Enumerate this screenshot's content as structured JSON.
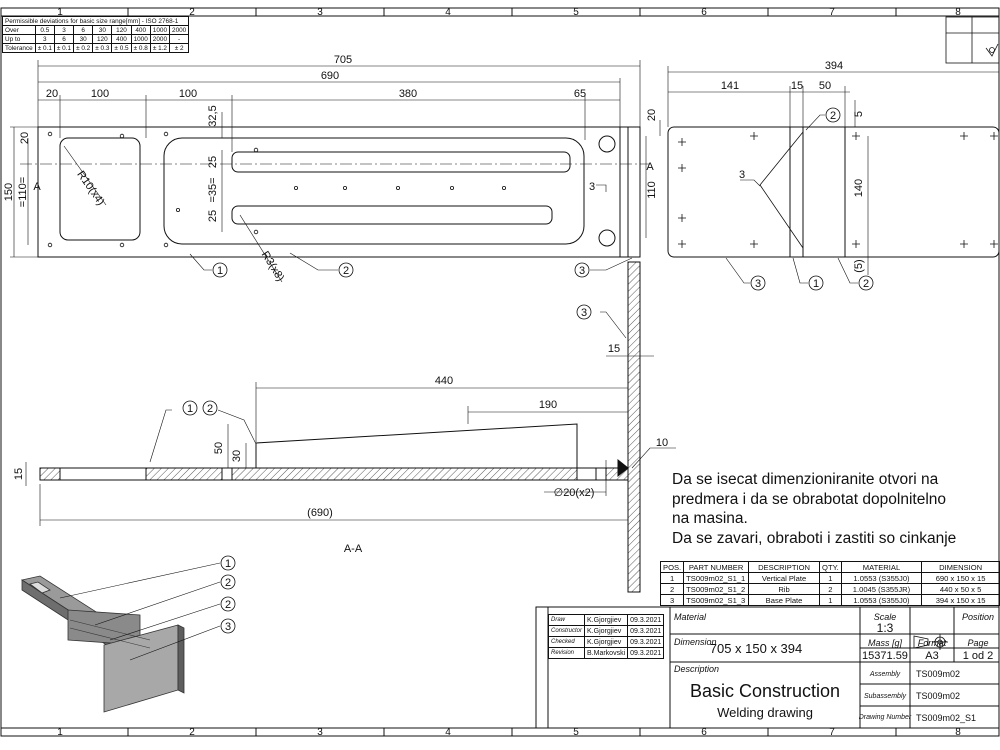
{
  "frame": {
    "columns": [
      "1",
      "2",
      "3",
      "4",
      "5",
      "6",
      "7",
      "8"
    ]
  },
  "tolerance_table": {
    "title": "Permissible deviations for basic size range[mm] - ISO 2768-1",
    "rows": [
      [
        "Over",
        "0.5",
        "3",
        "6",
        "30",
        "120",
        "400",
        "1000",
        "2000"
      ],
      [
        "Up to",
        "3",
        "6",
        "30",
        "120",
        "400",
        "1000",
        "2000",
        "-"
      ],
      [
        "Tolerance",
        "± 0.1",
        "± 0.1",
        "± 0.2",
        "± 0.3",
        "± 0.5",
        "± 0.8",
        "± 1.2",
        "± 2"
      ]
    ]
  },
  "top_view": {
    "dims": {
      "overall": "705",
      "inner": "690",
      "d20": "20",
      "d100a": "100",
      "d100b": "100",
      "d380": "380",
      "d65": "65",
      "d32_5": "32,5",
      "d25a": "25",
      "d35": "=35=",
      "d25b": "25",
      "d150": "150",
      "d110": "=110=",
      "d20v": "20",
      "d20r": "20",
      "d110r": "110",
      "r10": "R10(x4)",
      "r3": "R3(x8)",
      "weld": "3"
    },
    "section_marks": [
      "A",
      "A"
    ],
    "balloons": [
      "1",
      "2",
      "3"
    ]
  },
  "side_view": {
    "dims": {
      "overall": "394",
      "d141": "141",
      "d15": "15",
      "d50": "50",
      "d5": "5",
      "d140": "140",
      "d5b": "(5)",
      "weld": "3"
    },
    "balloons": [
      "2",
      "3",
      "1",
      "2"
    ]
  },
  "section_view": {
    "dims": {
      "d440": "440",
      "d190": "190",
      "d50": "50",
      "d30": "30",
      "d15": "15",
      "d15b": "15",
      "d690": "(690)",
      "hole": "∅20(x2)",
      "weld": "10"
    },
    "balloons": [
      "1",
      "2",
      "3"
    ],
    "label": "A-A"
  },
  "iso_view": {
    "balloons": [
      "1",
      "2",
      "2",
      "3"
    ]
  },
  "notes": [
    "Da se isecat dimenzioniranite otvori na",
    "predmera i da se obrabotat dopolnitelno",
    "na masina.",
    "Da se zavari, obraboti i zastiti so cinkanje"
  ],
  "parts_list": {
    "headers": [
      "POS.",
      "PART NUMBER",
      "DESCRIPTION",
      "QTY.",
      "MATERIAL",
      "DIMENSION"
    ],
    "rows": [
      [
        "1",
        "TS009m02_S1_1",
        "Vertical Plate",
        "1",
        "1.0553 (S355J0)",
        "690 x 150 x 15"
      ],
      [
        "2",
        "TS009m02_S1_2",
        "Rib",
        "2",
        "1.0045 (S355JR)",
        "440 x 50 x 5"
      ],
      [
        "3",
        "TS009m02_S1_3",
        "Base Plate",
        "1",
        "1.0553 (S355J0)",
        "394 x 150 x 15"
      ]
    ]
  },
  "revision": {
    "rows": [
      [
        "Draw",
        "K.Gjorgjiev",
        "09.3.2021"
      ],
      [
        "Constructor",
        "K.Gjorgjiev",
        "09.3.2021"
      ],
      [
        "Checked",
        "K.Gjorgjiev",
        "09.3.2021"
      ],
      [
        "Revision",
        "B.Markovski",
        "09.3.2021"
      ]
    ]
  },
  "title_block": {
    "material_label": "Material",
    "dimension_label": "Dimension",
    "dimension_value": "705 x 150 x 394",
    "description_label": "Description",
    "title": "Basic Construction",
    "subtitle": "Welding drawing",
    "scale_label": "Scale",
    "scale_value": "1:3",
    "position_label": "Position",
    "mass_label": "Mass [g]",
    "mass_value": "15371.59",
    "format_label": "Format",
    "format_value": "A3",
    "page_label": "Page",
    "page_value": "1 od 2",
    "assembly_label": "Assembly",
    "assembly_value": "TS009m02",
    "subassembly_label": "Subassembly",
    "subassembly_value": "TS009m02",
    "drawing_number_label": "Drawing Number",
    "drawing_number_value": "TS009m02_S1"
  }
}
